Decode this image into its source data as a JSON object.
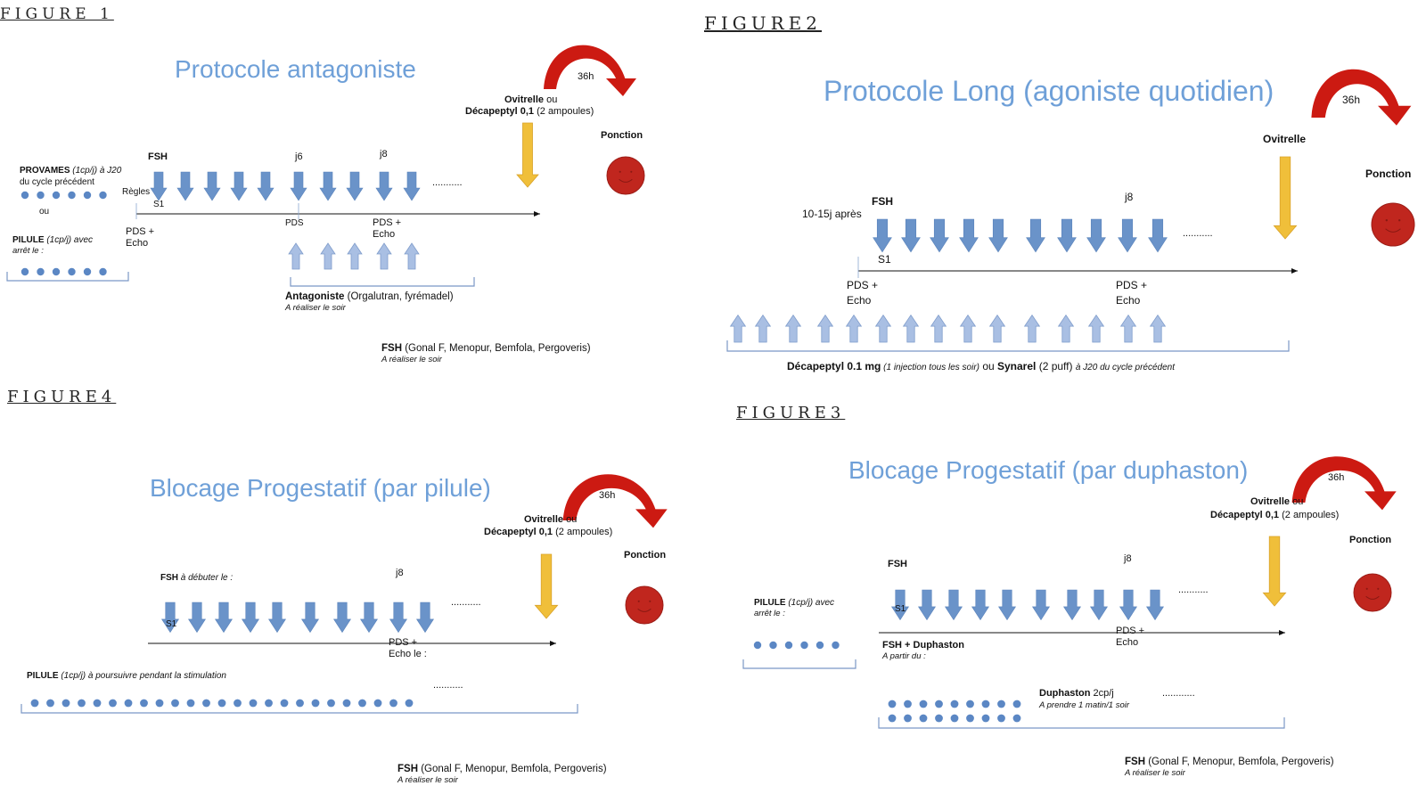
{
  "fig1": {
    "label": "FIGURE 1",
    "title": "Protocole antagoniste",
    "arc_label": "36h",
    "trigger_line1_bold": "Ovitrelle",
    "trigger_line1_rest": " ou",
    "trigger_line2_bold": "Décapeptyl 0,1",
    "trigger_line2_rest": " (2 ampoules)",
    "ponction": "Ponction",
    "provames_bold": "PROVAMES",
    "provames_rest": " (1cp/j) à J20",
    "provames_line2": "du cycle précédent",
    "ou": "ou",
    "pilule_bold": "PILULE",
    "pilule_rest": " (1cp/j) avec",
    "pilule_line2": "arrêt le :",
    "fsh": "FSH",
    "j6": "j6",
    "j8": "j8",
    "regles": "Règles",
    "s1": "S1",
    "pds": "PDS",
    "pds_echo_left": "PDS +\nEcho",
    "pds_echo_right": "PDS +\nEcho",
    "dots": "...........",
    "antagoniste_bold": "Antagoniste",
    "antagoniste_rest": " (Orgalutran, fyrémadel)",
    "antagoniste_note": "A réaliser le soir",
    "fsh_bottom_bold": "FSH",
    "fsh_bottom_rest": " (Gonal F, Menopur, Bemfola, Pergoveris)",
    "fsh_bottom_note": "A réaliser le soir"
  },
  "fig2": {
    "label": "FIGURE2",
    "title": "Protocole Long (agoniste quotidien)",
    "arc_label": "36h",
    "ovitrelle": "Ovitrelle",
    "ponction": "Ponction",
    "fsh": "FSH",
    "after": "10-15j après",
    "j8": "j8",
    "s1": "S1",
    "pds_echo_left": "PDS +\nEcho",
    "pds_echo_right": "PDS +\nEcho",
    "dots": "...........",
    "deca_bold": "Décapeptyl 0.1 mg",
    "deca_italic": " (1 injection tous les soir)",
    "deca_ou": " ou ",
    "synarel_bold": "Synarel",
    "synarel_rest": " (2 puff) ",
    "synarel_italic": "à J20 du cycle précédent"
  },
  "fig3": {
    "label": "FIGURE3",
    "title": "Blocage Progestatif (par duphaston)",
    "arc_label": "36h",
    "trigger_line1_bold": "Ovitrelle",
    "trigger_line1_rest": " ou",
    "trigger_line2_bold": "Décapeptyl 0,1",
    "trigger_line2_rest": " (2 ampoules)",
    "ponction": "Ponction",
    "fsh": "FSH",
    "j8": "j8",
    "s1": "S1",
    "dots": "...........",
    "pilule_bold": "PILULE",
    "pilule_rest": " (1cp/j) avec",
    "pilule_line2": "arrêt le :",
    "fsh_dup": "FSH + Duphaston",
    "fsh_dup_note": "A partir du :",
    "pds_echo": "PDS +\nEcho",
    "duphaston_bold": "Duphaston",
    "duphaston_rest": " 2cp/j",
    "duphaston_note": "A prendre 1 matin/1 soir",
    "dup_dots": "............",
    "fsh_bottom_bold": "FSH",
    "fsh_bottom_rest": " (Gonal F, Menopur, Bemfola, Pergoveris)",
    "fsh_bottom_note": "A réaliser le soir"
  },
  "fig4": {
    "label": "FIGURE4",
    "title": "Blocage Progestatif (par pilule)",
    "arc_label": "36h",
    "trigger_line1_bold": "Ovitrelle",
    "trigger_line1_rest": " ou",
    "trigger_line2_bold": "Décapeptyl 0,1",
    "trigger_line2_rest": " (2 ampoules)",
    "ponction": "Ponction",
    "fsh_bold": "FSH",
    "fsh_italic": " à débuter le :",
    "j8": "j8",
    "s1": "S1",
    "dots": "...........",
    "pds_echo": "PDS +\nEcho le :",
    "pilule_bold": "PILULE",
    "pilule_italic": " (1cp/j) à poursuivre pendant la stimulation",
    "pilule_dots": "...........",
    "fsh_bottom_bold": "FSH",
    "fsh_bottom_rest": " (Gonal F, Menopur, Bemfola, Pergoveris)",
    "fsh_bottom_note": "A réaliser le soir"
  },
  "colors": {
    "title": "#6fa0d8",
    "down_arrow": "#6a93c9",
    "up_arrow": "#a9bfe3",
    "dot": "#5b87c4",
    "trigger_arrow": "#f0bf3a",
    "curved_arrow": "#cc1a12",
    "smiley": "#c0261e"
  }
}
